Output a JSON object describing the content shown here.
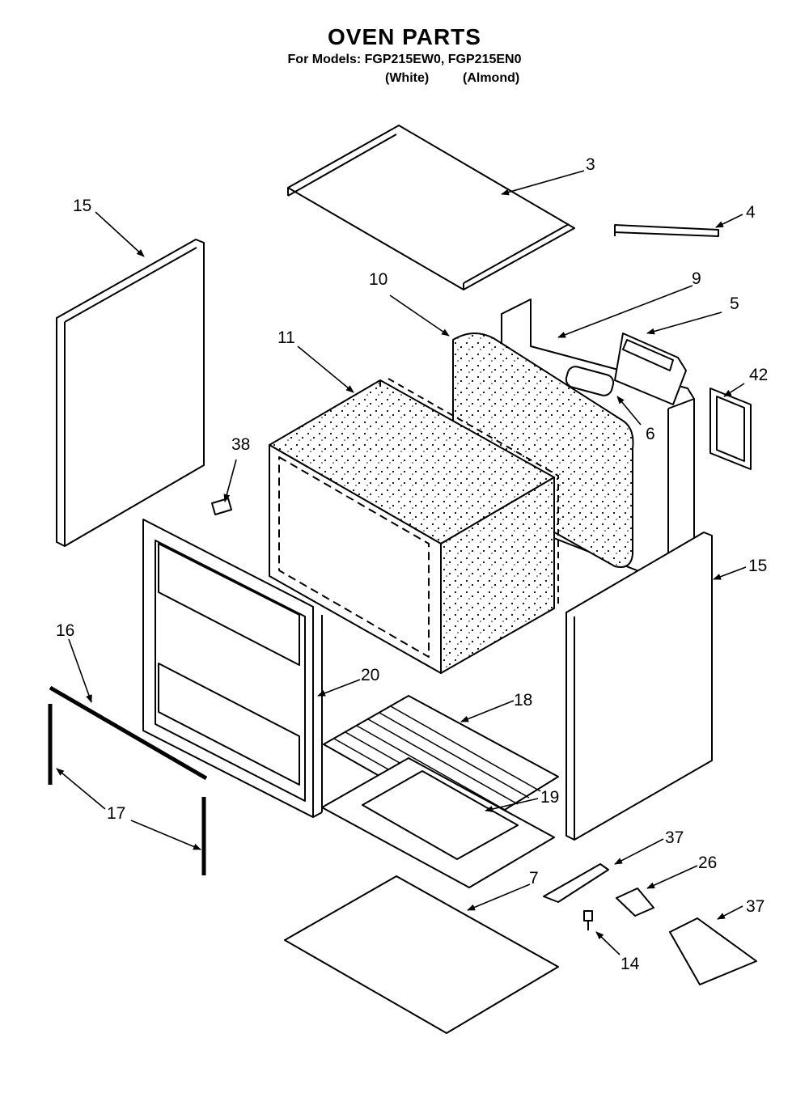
{
  "header": {
    "title": "OVEN PARTS",
    "models": "For Models: FGP215EW0, FGP215EN0",
    "variant_white": "(White)",
    "variant_almond": "(Almond)"
  },
  "callouts": {
    "c3": "3",
    "c4": "4",
    "c5": "5",
    "c6": "6",
    "c7": "7",
    "c9": "9",
    "c10": "10",
    "c11": "11",
    "c14": "14",
    "c15a": "15",
    "c15b": "15",
    "c16": "16",
    "c17": "17",
    "c18": "18",
    "c19": "19",
    "c20": "20",
    "c26": "26",
    "c37a": "37",
    "c37b": "37",
    "c38": "38",
    "c42": "42"
  }
}
